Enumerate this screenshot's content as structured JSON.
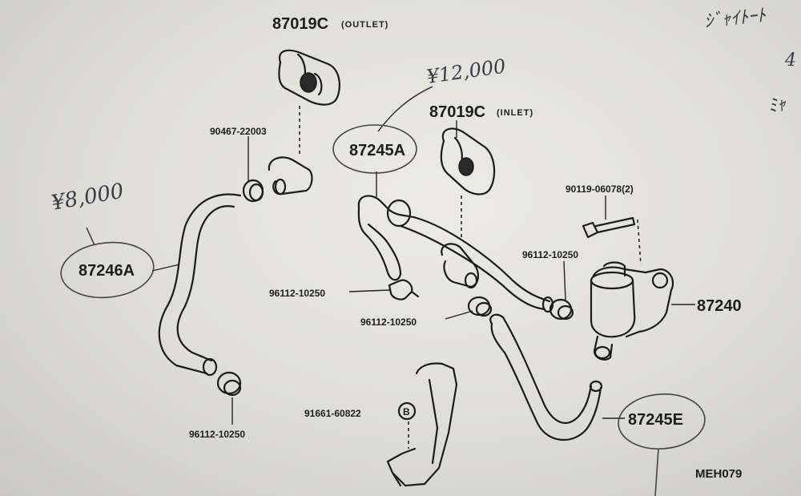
{
  "diagram": {
    "parts": {
      "outlet_cover": {
        "number": "87019C",
        "tag": "(OUTLET)"
      },
      "inlet_cover": {
        "number": "87019C",
        "tag": "(INLET)"
      },
      "hose_a": {
        "number": "87245A"
      },
      "hose_left": {
        "number": "87246A"
      },
      "hose_e": {
        "number": "87245E"
      },
      "pump": {
        "number": "87240"
      },
      "clamp_top": {
        "number": "90467-22003"
      },
      "bolt": {
        "number": "90119-06078(2)"
      },
      "clamp_mid_left": {
        "number": "96112-10250"
      },
      "clamp_mid_center": {
        "number": "96112-10250"
      },
      "clamp_right": {
        "number": "96112-10250"
      },
      "clamp_bottom_left": {
        "number": "96112-10250"
      },
      "bracket_nut": {
        "number": "91661-60822",
        "symbol": "B"
      }
    },
    "handwritten": {
      "price_left": "¥8,000",
      "price_top": "¥12,000",
      "corner_note_1": "ｼﾞｬｲﾄｰﾄ",
      "corner_note_2": "4",
      "corner_note_3": "ﾐｬ"
    },
    "figure_code": "MEH079"
  }
}
